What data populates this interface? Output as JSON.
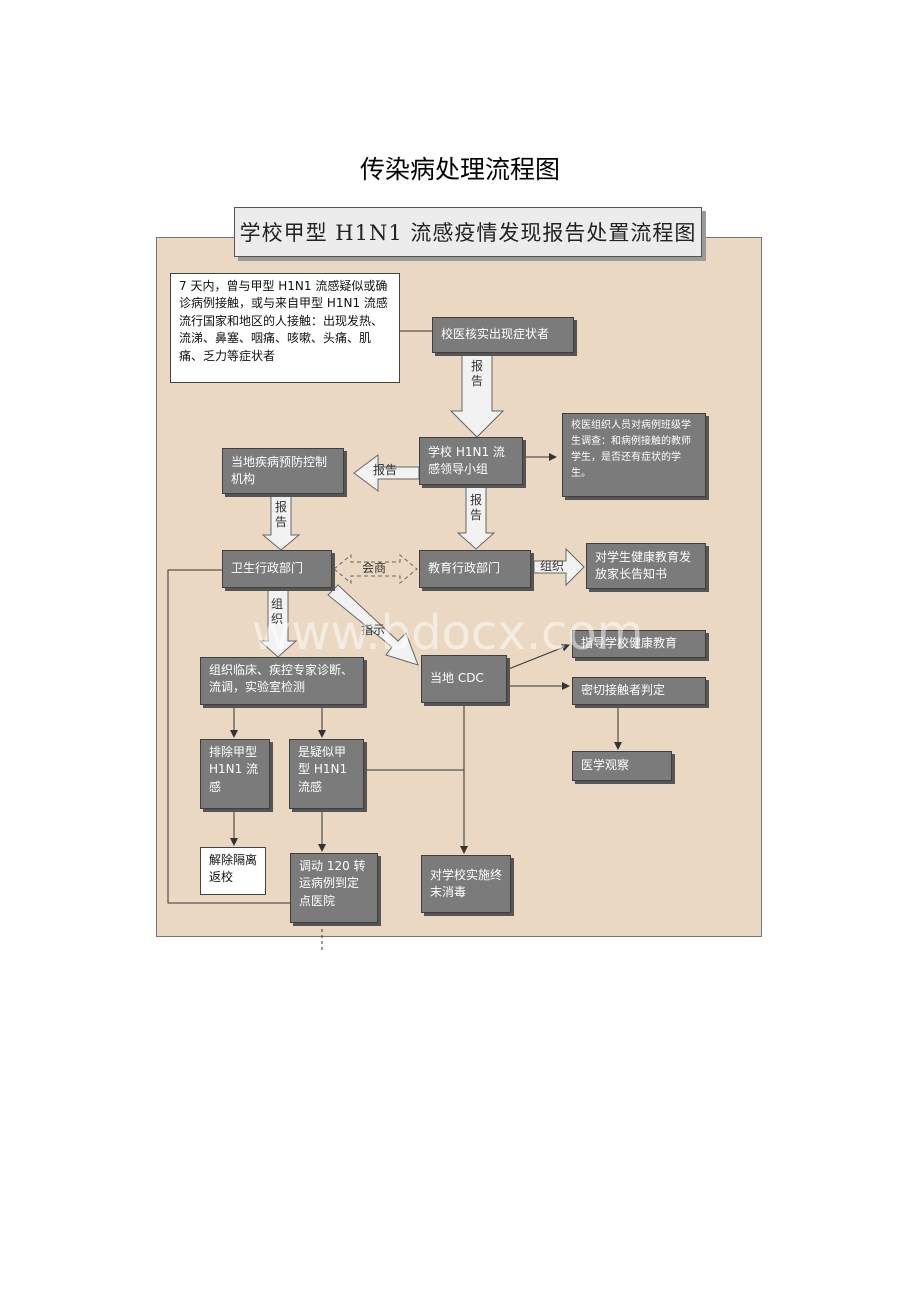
{
  "page_title": "传染病处理流程图",
  "diagram_title": "学校甲型 H1N1 流感疫情发现报告处置流程图",
  "watermark": "www.bdocx.com",
  "nodes": {
    "criteria": "7 天内，曾与甲型 H1N1 流感疑似或确诊病例接触，或与来自甲型 H1N1 流感流行国家和地区的人接触：出现发热、流涕、鼻塞、咽痛、咳嗽、头痛、肌痛、乏力等症状者",
    "school_doctor": "校医核实出现症状者",
    "leader_group": "学校 H1N1 流感领导小组",
    "investigation": "校医组织人员对病例班级学生调查：和病例接触的教师学生，是否还有症状的学生。",
    "local_cdc_center": "当地疾病预防控制机构",
    "health_admin": "卫生行政部门",
    "education_admin": "教育行政部门",
    "health_education_notice": "对学生健康教育发放家长告知书",
    "expert_diagnosis": "组织临床、疾控专家诊断、流调，实验室检测",
    "local_cdc": "当地 CDC",
    "guide_health_education": "指导学校健康教育",
    "close_contact": "密切接触者判定",
    "medical_observation": "医学观察",
    "exclude": "排除甲型 H1N1 流感",
    "suspected": "是疑似甲型 H1N1 流感",
    "release": "解除隔离返校",
    "transfer": "调动 120 转运病例到定点医院",
    "disinfection": "对学校实施终末消毒"
  },
  "edge_labels": {
    "report_1": "报告",
    "report_2": "报告",
    "report_3": "报告",
    "report_4": "报告",
    "consult": "会商",
    "organize_1": "组织",
    "organize_2": "组织",
    "instruct": "指示"
  },
  "colors": {
    "panel": "#ead8c2",
    "box": "#7b7b7b",
    "border": "#3f3f3f"
  }
}
